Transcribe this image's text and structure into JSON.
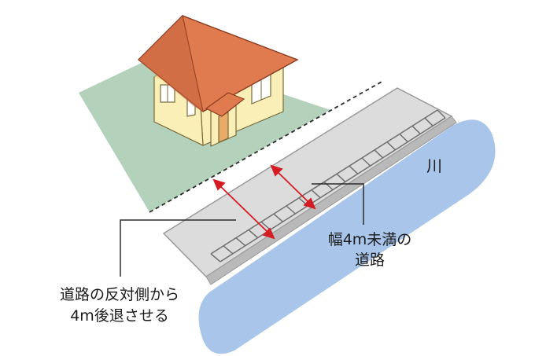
{
  "labels": {
    "river": "川",
    "road_width_line1": "幅4m未満の",
    "road_width_line2": "道路",
    "setback_line1": "道路の反対側から",
    "setback_line2": "4m後退させる"
  },
  "colors": {
    "lot_green": "#b4d2bb",
    "river_blue": "#a9c6ea",
    "road_gray": "#dcdcdc",
    "road_edge": "#9a9a9a",
    "roof": "#e07a4f",
    "roof_dark": "#c76440",
    "wall": "#fbefb8",
    "wall_shade": "#efd98d",
    "window": "#ffffff",
    "door": "#e9ab6a",
    "arrow_red": "#d61c23",
    "line_dark": "#2b2b2b"
  }
}
